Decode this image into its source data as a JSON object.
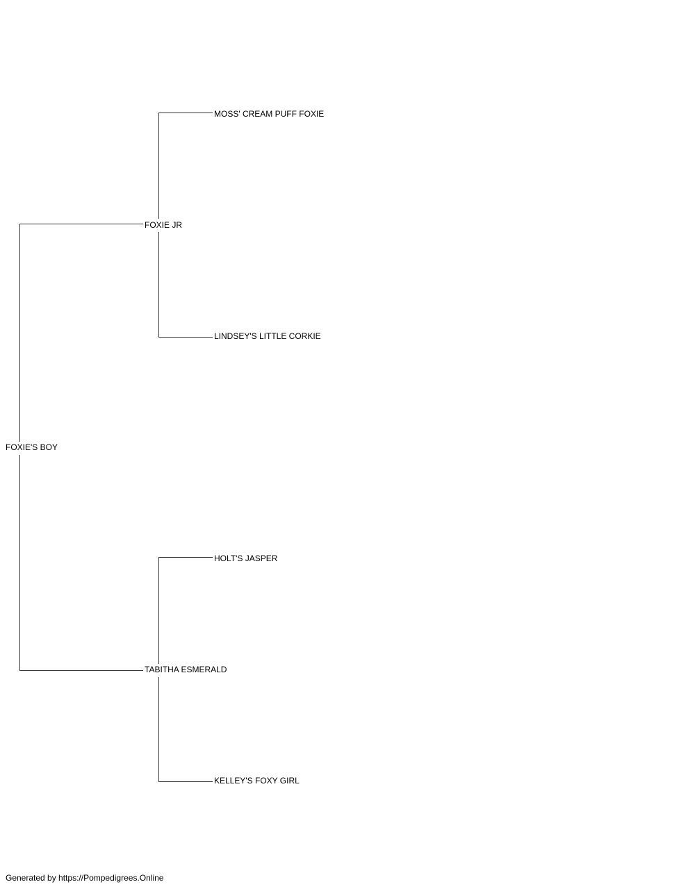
{
  "pedigree": {
    "subject": "FOXIE'S BOY",
    "sire": "FOXIE JR",
    "dam": "TABITHA ESMERALD",
    "sire_sire": "MOSS' CREAM PUFF FOXIE",
    "sire_dam": "LINDSEY'S LITTLE CORKIE",
    "dam_sire": "HOLT'S JASPER",
    "dam_dam": "KELLEY'S FOXY GIRL"
  },
  "colors": {
    "line": "#333333",
    "text": "#000000",
    "background": "#ffffff"
  },
  "footer": {
    "text": "Generated by https://Pompedigrees.Online"
  }
}
